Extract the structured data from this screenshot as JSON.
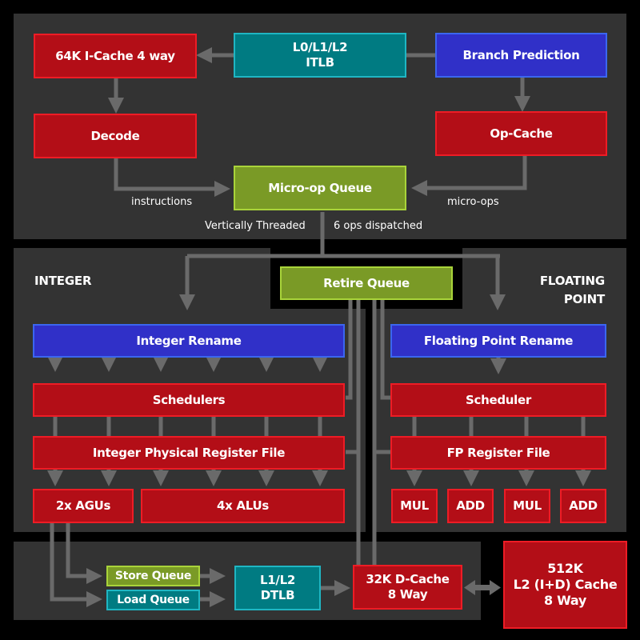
{
  "colors": {
    "background": "#000000",
    "panel": "#333333",
    "red_fill": "#b30e17",
    "red_border": "#ee1c25",
    "blue_fill": "#3030c8",
    "blue_border": "#3b66f0",
    "teal_fill": "#007b82",
    "teal_border": "#1fb6c3",
    "green_fill": "#7a9a26",
    "green_border": "#a9d43a",
    "wire": "#6a6a6a"
  },
  "front_end": {
    "icache": "64K I-Cache 4 way",
    "itlb_line1": "L0/L1/L2",
    "itlb_line2": "ITLB",
    "branch_prediction": "Branch Prediction",
    "decode": "Decode",
    "op_cache": "Op-Cache",
    "micro_op_queue": "Micro-op Queue",
    "label_instructions": "instructions",
    "label_micro_ops": "micro-ops",
    "label_vertically_threaded": "Vertically Threaded",
    "label_ops_dispatched": "6 ops dispatched"
  },
  "sections": {
    "integer": "INTEGER",
    "floating_line1": "FLOATING",
    "floating_line2": "POINT"
  },
  "retire_queue": "Retire Queue",
  "integer": {
    "rename": "Integer Rename",
    "schedulers": "Schedulers",
    "register_file": "Integer Physical Register File",
    "agus": "2x AGUs",
    "alus": "4x ALUs"
  },
  "floating_point": {
    "rename": "Floating Point Rename",
    "scheduler": "Scheduler",
    "register_file": "FP Register File",
    "units": [
      "MUL",
      "ADD",
      "MUL",
      "ADD"
    ]
  },
  "memory": {
    "store_queue": "Store Queue",
    "load_queue": "Load Queue",
    "dtlb_line1": "L1/L2",
    "dtlb_line2": "DTLB",
    "dcache_line1": "32K D-Cache",
    "dcache_line2": "8 Way",
    "l2_line1": "512K",
    "l2_line2": "L2 (I+D) Cache",
    "l2_line3": "8 Way"
  }
}
